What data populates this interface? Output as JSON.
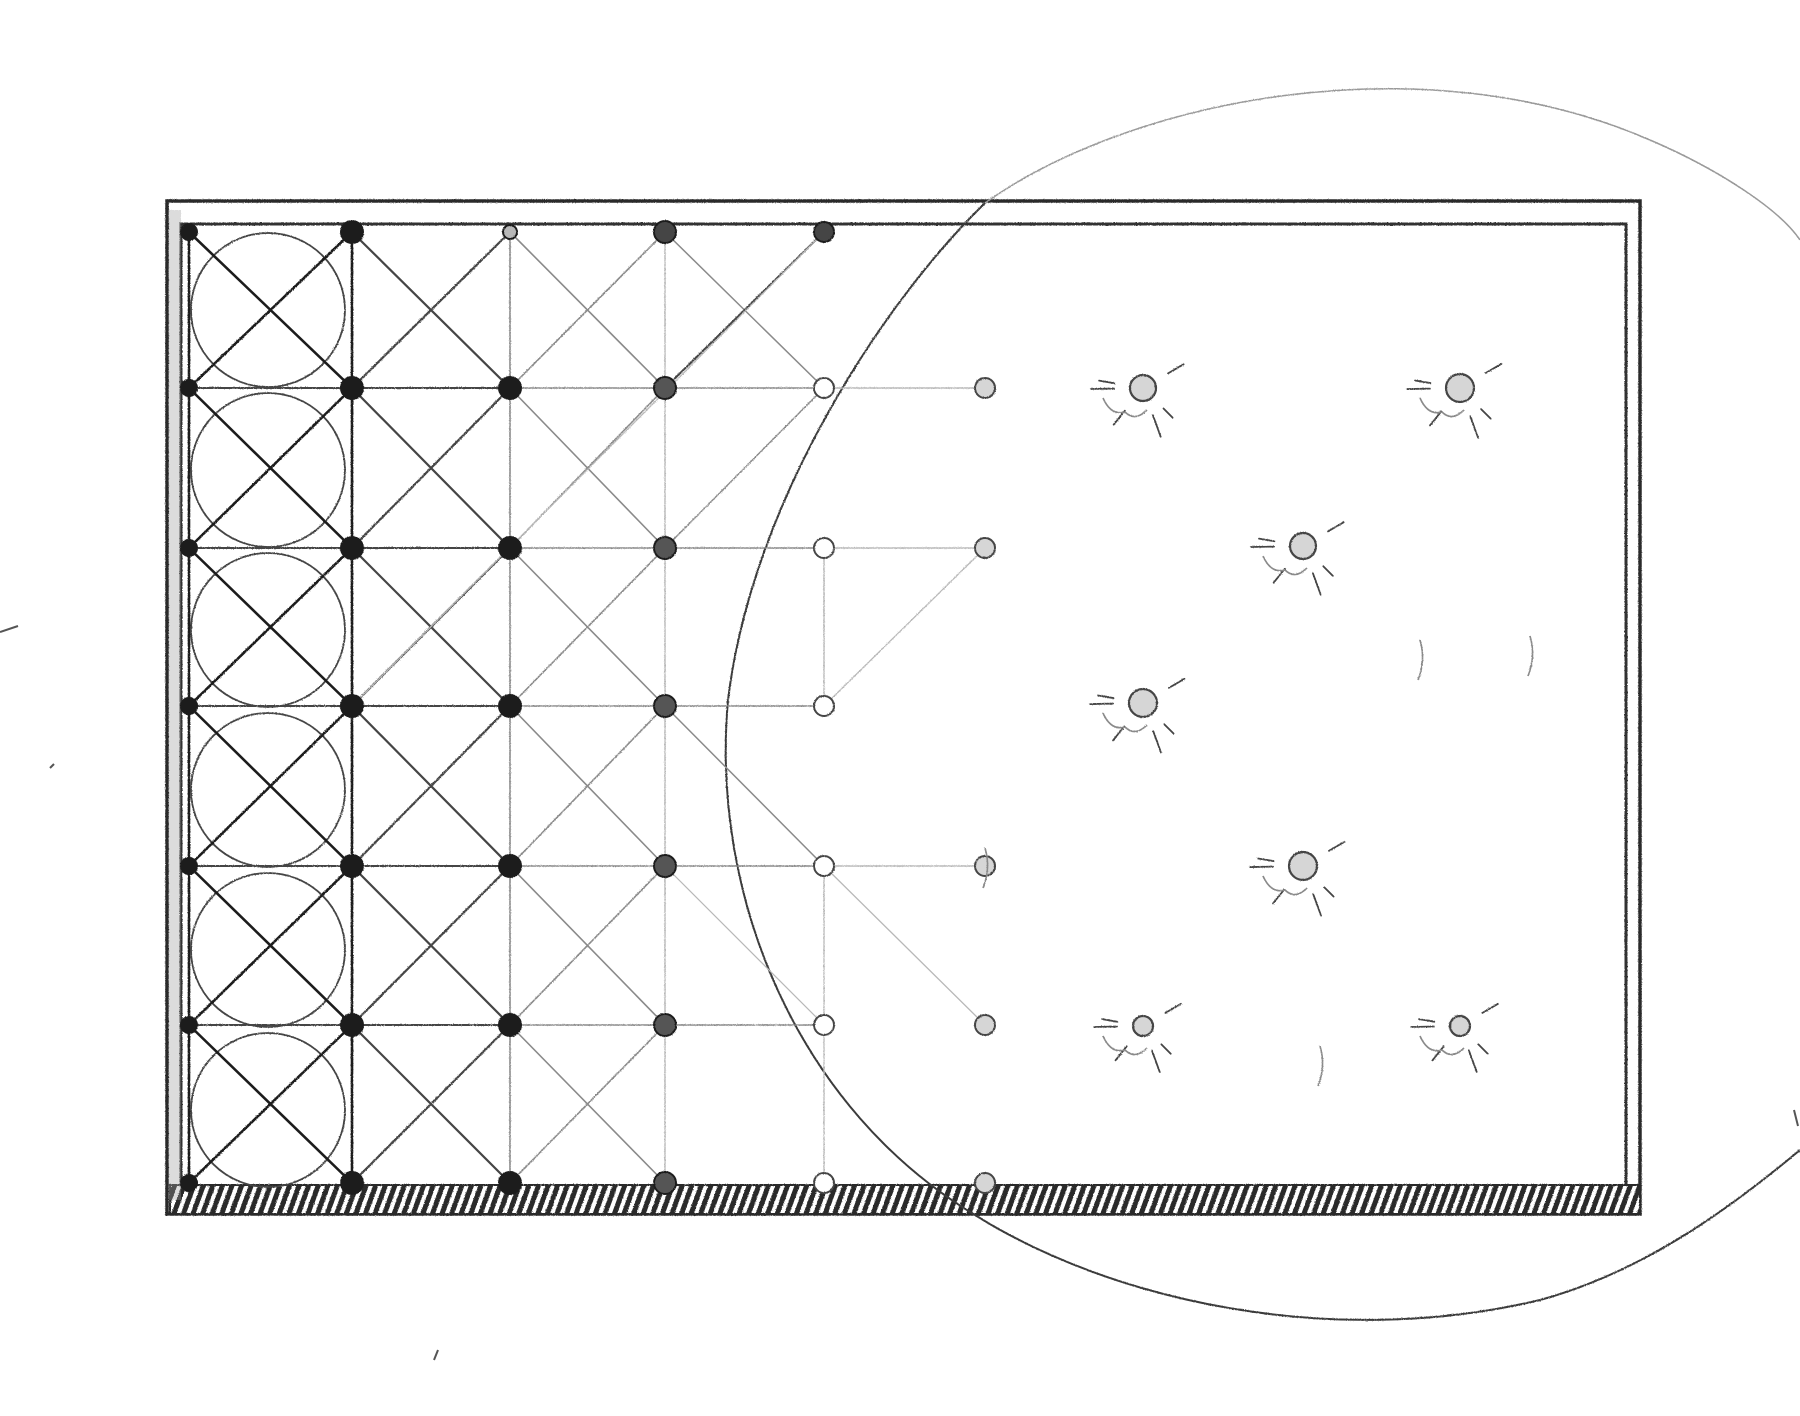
{
  "artwork": {
    "medium": "pencil-sketch",
    "colors": {
      "paper": "#ffffff",
      "graphite_dark": "#1f1f1f",
      "graphite_mid": "#444444",
      "graphite_light": "#8a8a8a",
      "graphite_faint": "#b8b8b8",
      "node_fill_light": "#d6d6d6"
    },
    "grid": {
      "columns": 9,
      "rows": 7
    }
  }
}
